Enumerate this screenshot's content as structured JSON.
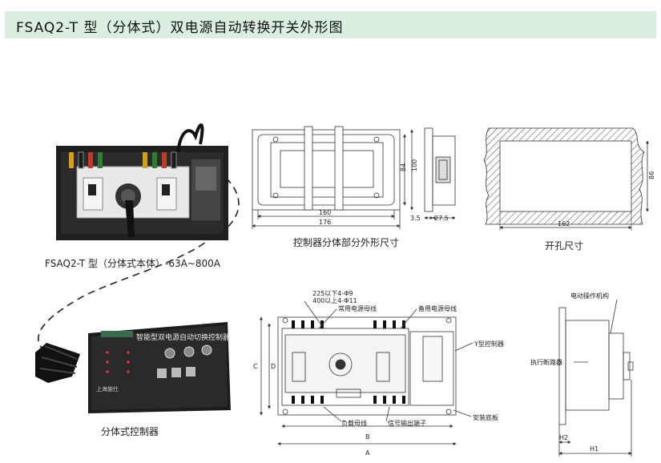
{
  "title": "FSAQ2-T 型（分体式）双电源自动转换开关外形图",
  "captions": {
    "main_body": "FSAQ2-T 型（分体式本体）-63A~800A",
    "controller_dims": "控制器分体部分外形尺寸",
    "cutout": "开孔尺寸",
    "controller": "分体式控制器"
  },
  "controller_panel": {
    "title": "智能型双电源自动切换控制器",
    "brand": "上海施仕"
  },
  "dims_controller": {
    "w160": "160",
    "w176": "176",
    "h84": "84",
    "h100": "100",
    "d35": "3.5",
    "d275": "27.5"
  },
  "dims_cutout": {
    "w162": "162",
    "h86": "86"
  },
  "front_view": {
    "note1": "225以下4-Φ9",
    "note2": "400以上4-Φ11",
    "common_bus": "常用电源母线",
    "backup_bus": "备用电源母线",
    "y_controller": "Y型控制器",
    "load_bus": "负载母线",
    "signal_terminal": "信号输出端子",
    "mount_plate": "安装底板",
    "dim_A": "A",
    "dim_B": "B",
    "dim_C": "C",
    "dim_D": "D"
  },
  "side_view": {
    "motor": "电动操作机构",
    "breaker": "执行断路器",
    "dim_H1": "H1",
    "dim_H2": "H2"
  }
}
